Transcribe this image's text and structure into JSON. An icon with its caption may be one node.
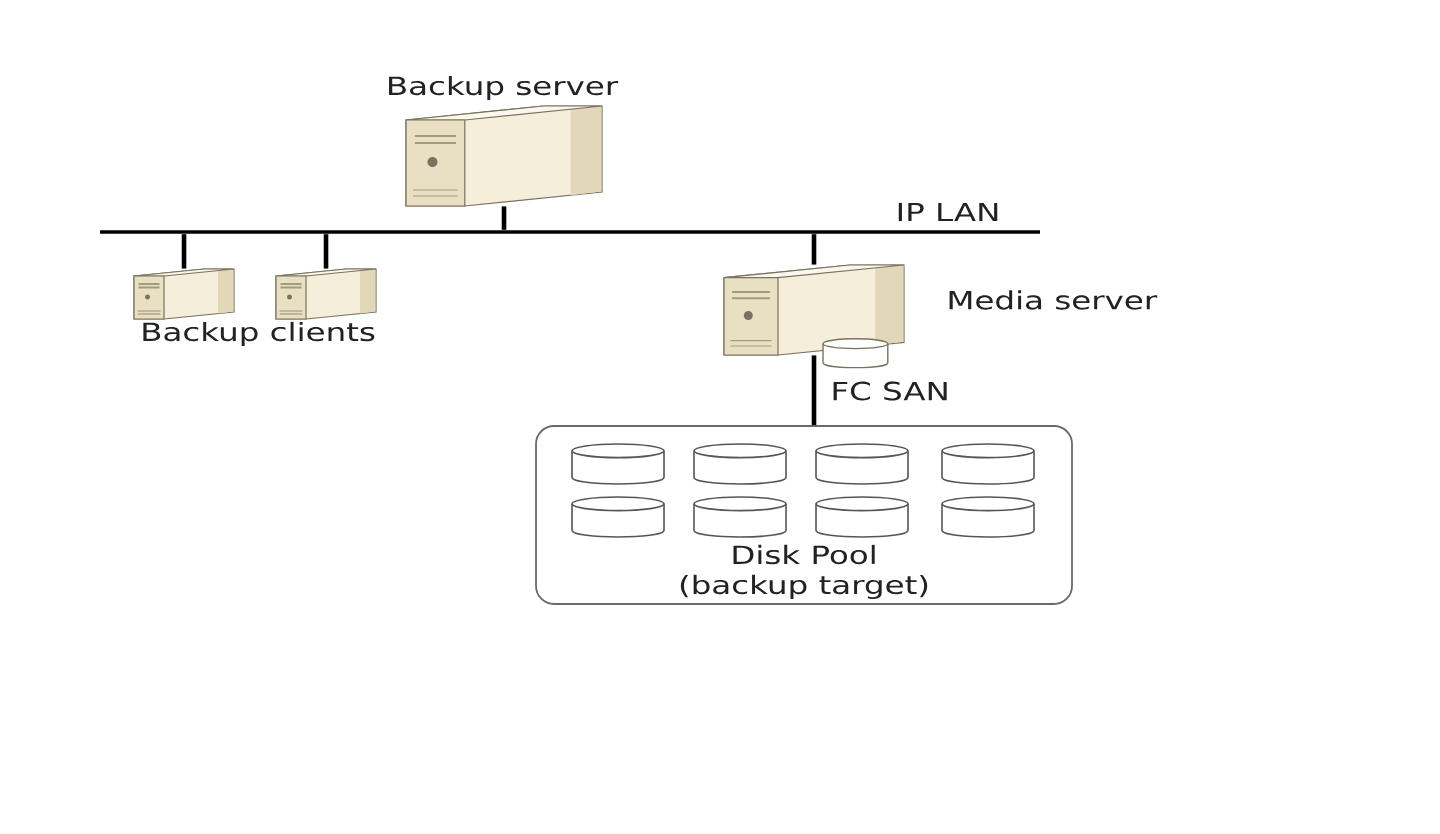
{
  "diagram": {
    "nodes": [
      {
        "text": [
          "Backup server"
        ]
      },
      {
        "text": [
          "IP LAN"
        ]
      },
      {
        "text": [],
        "shape": "picture"
      },
      {
        "text": [],
        "shape": "picture"
      },
      {
        "text": [
          "Media server"
        ]
      },
      {
        "text": [
          "Disk Pool (backup target)"
        ]
      },
      {
        "text": [],
        "shape": "cylinder",
        "in": 5
      },
      {
        "text": [],
        "shape": "cylinder",
        "in": 5
      },
      {
        "text": [],
        "shape": "cylinder",
        "in": 5
      },
      {
        "text": [],
        "shape": "cylinder",
        "in": 5
      },
      {
        "text": [],
        "shape": "cylinder",
        "in": 5
      },
      {
        "text": [],
        "shape": "cylinder",
        "in": 5
      },
      {
        "text": [],
        "shape": "cylinder",
        "in": 5
      },
      {
        "text": [],
        "shape": "cylinder",
        "in": 5
      }
    ],
    "edges": [
      {
        "from": 0,
        "to": 1,
        "arrow": "none"
      },
      {
        "from": 2,
        "to": 1,
        "arrow": "none"
      },
      {
        "from": 3,
        "to": 1,
        "arrow": "none"
      },
      {
        "from": 4,
        "to": 1,
        "arrow": "none"
      },
      {
        "from": 4,
        "to": 5,
        "arrow": "none",
        "label": "FC SAN"
      }
    ],
    "labels": [
      "Backup clients"
    ]
  }
}
